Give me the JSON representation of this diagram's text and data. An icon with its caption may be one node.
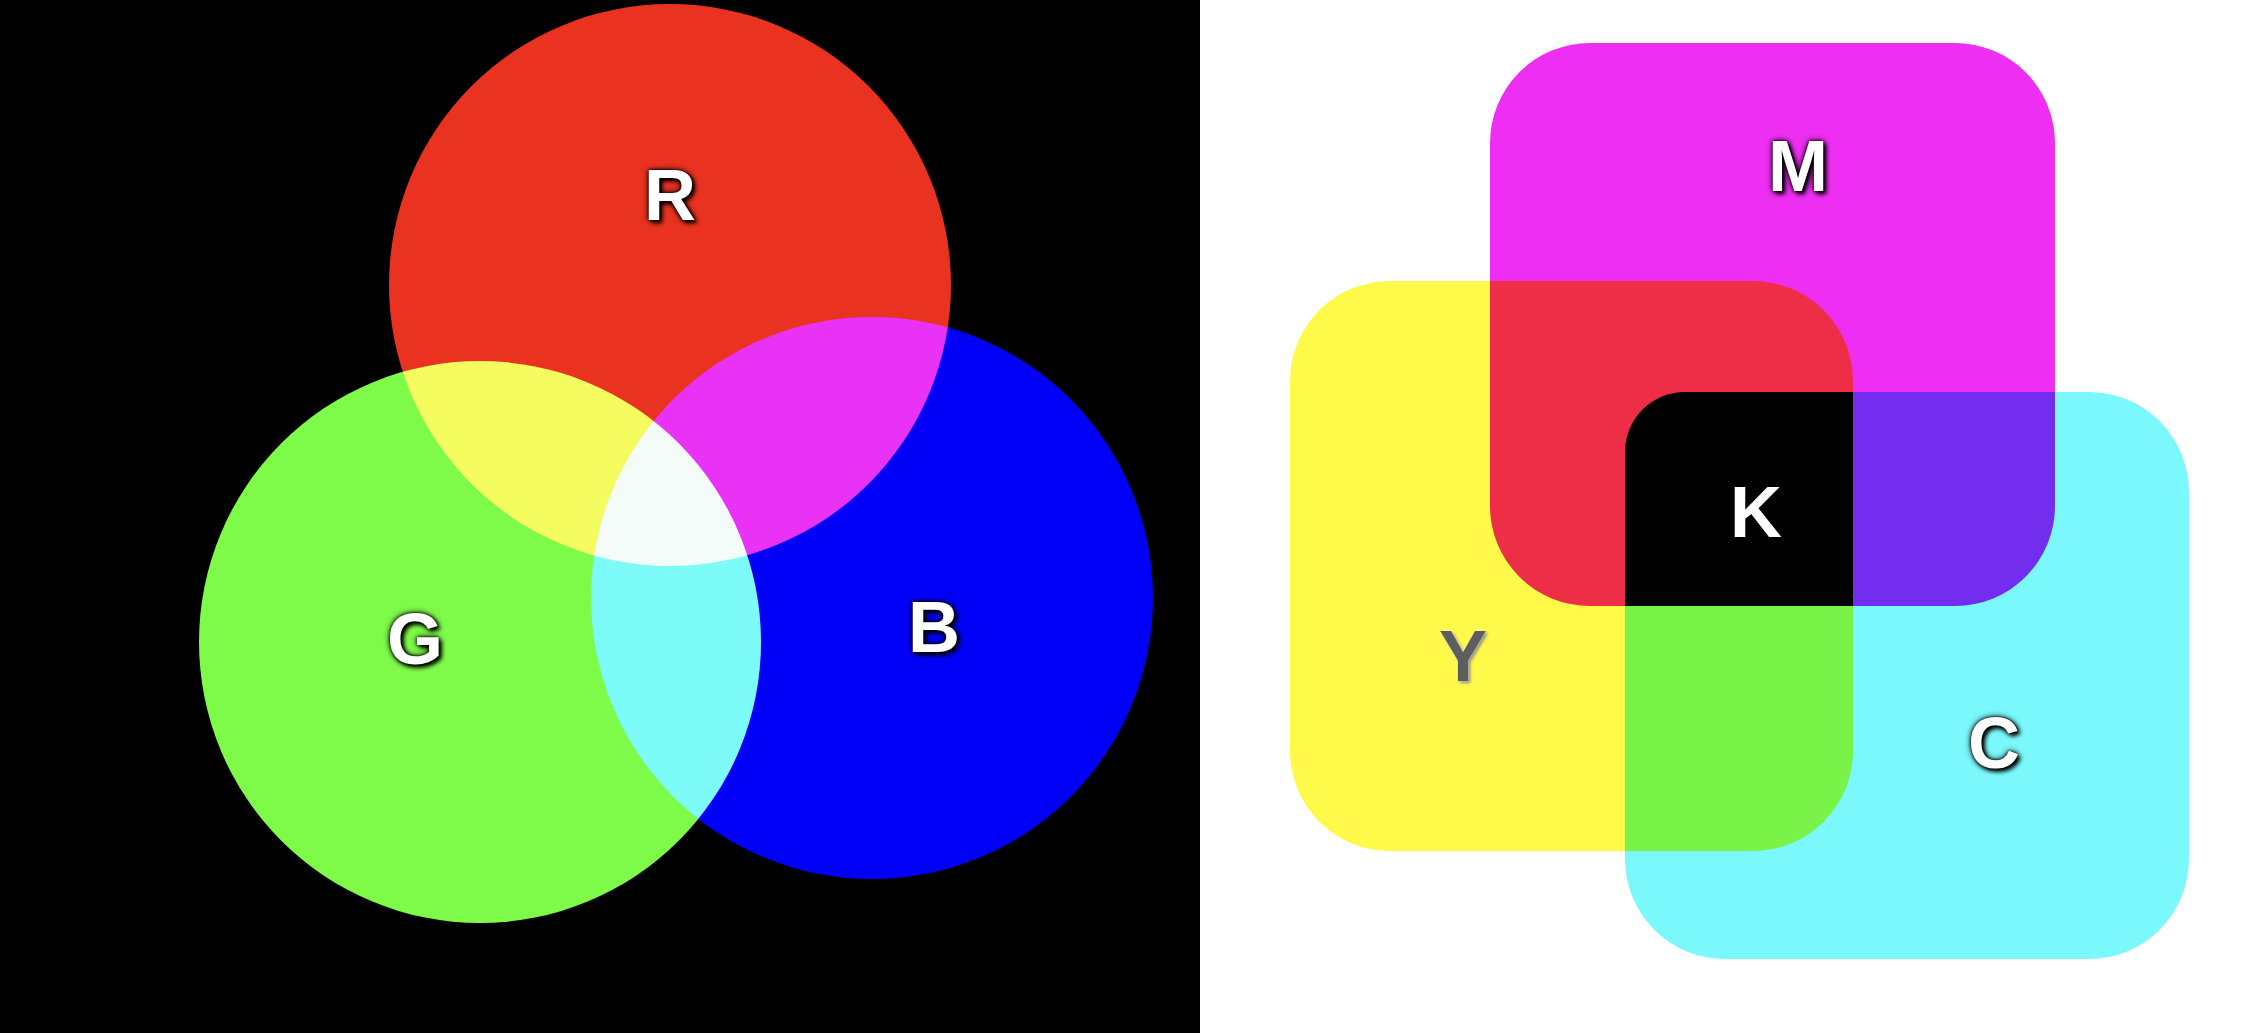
{
  "diagram": {
    "nodes": [
      {
        "text": [
          "R"
        ]
      },
      {
        "text": [
          "G"
        ]
      },
      {
        "text": [
          "B"
        ]
      },
      {
        "text": [
          "M"
        ]
      },
      {
        "text": [
          "Y"
        ]
      },
      {
        "text": [
          "C"
        ]
      },
      {
        "text": [
          "K"
        ]
      }
    ]
  }
}
